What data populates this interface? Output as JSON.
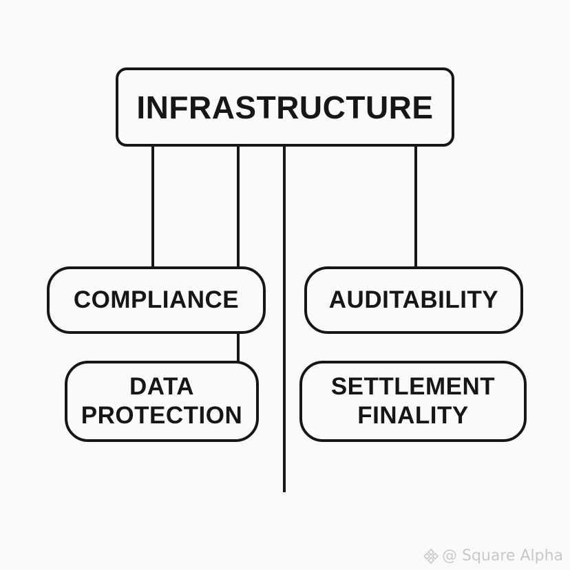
{
  "diagram": {
    "root": {
      "label": "INFRASTRUCTURE"
    },
    "children": [
      {
        "label_lines": [
          "COMPLIANCE"
        ]
      },
      {
        "label_lines": [
          "AUDITABILITY"
        ]
      },
      {
        "label_lines": [
          "DATA",
          "PROTECTION"
        ]
      },
      {
        "label_lines": [
          "SETTLEMENT",
          "FINALITY"
        ]
      }
    ],
    "edges": [
      {
        "from": "INFRASTRUCTURE",
        "to": "COMPLIANCE"
      },
      {
        "from": "INFRASTRUCTURE",
        "to": "DATA PROTECTION"
      },
      {
        "from": "INFRASTRUCTURE",
        "to": "AUDITABILITY"
      },
      {
        "from": "INFRASTRUCTURE",
        "to": "(open end, center trunk)"
      }
    ]
  },
  "watermark": {
    "icon": "diamond-logo-icon",
    "text": "@ Square Alpha"
  }
}
